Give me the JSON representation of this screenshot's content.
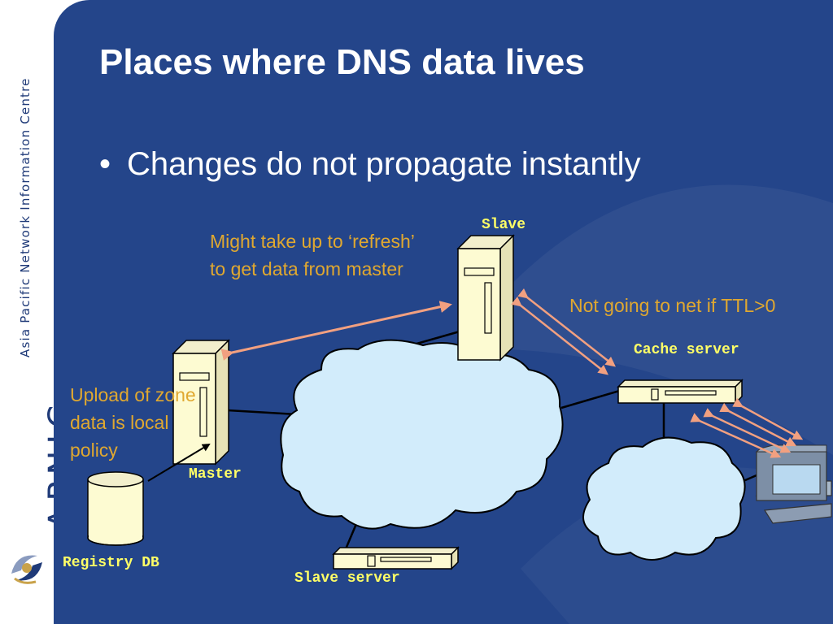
{
  "sidebar": {
    "org_name": "Asia Pacific Network Information Centre",
    "logo_text": "APNIC"
  },
  "slide": {
    "title": "Places where DNS data lives",
    "bullet_marker": "•",
    "bullet": "Changes do not propagate instantly"
  },
  "diagram": {
    "nodes": {
      "slave": "Slave",
      "master": "Master",
      "cache_server": "Cache server",
      "slave_server": "Slave server",
      "registry_db": "Registry DB"
    },
    "notes": {
      "refresh_line1": "Might take up to ‘refresh’",
      "refresh_line2": "to get data from master",
      "ttl": "Not going to net if TTL>0",
      "upload_line1": "Upload of zone",
      "upload_line2": "data is local",
      "upload_line3": "policy"
    }
  },
  "colors": {
    "background": "#24458a",
    "cloud_fill": "#d2ecfb",
    "device_fill": "#fdfbd2",
    "arrow_salmon": "#f2a080",
    "label_yellow": "#ffff66",
    "note_gold": "#e0a830"
  }
}
